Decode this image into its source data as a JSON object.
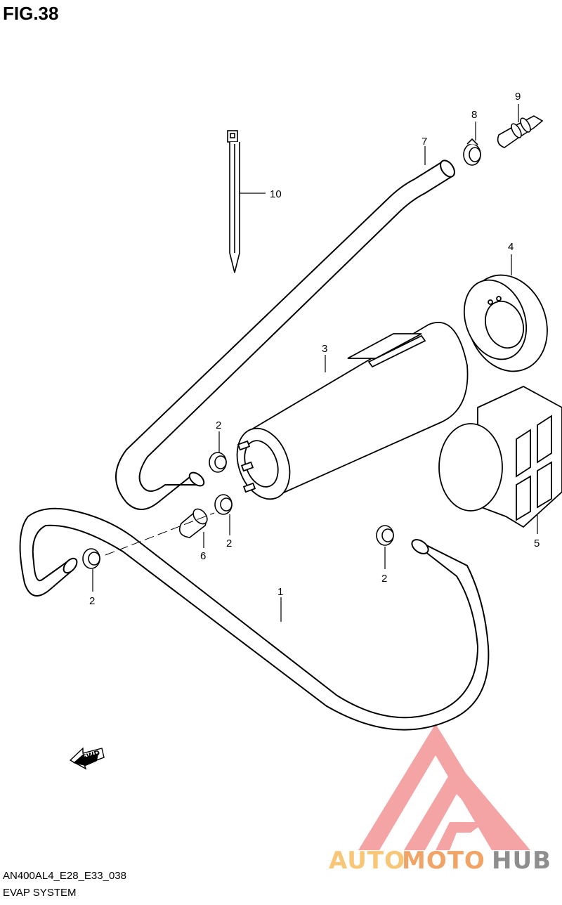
{
  "figure": {
    "title": "FIG.38",
    "model_code": "AN400AL4_E28_E33_038",
    "section": "EVAP SYSTEM"
  },
  "callouts": [
    "1",
    "2",
    "3",
    "4",
    "5",
    "6",
    "7",
    "8",
    "9",
    "10"
  ],
  "direction_label": "FWD",
  "watermark": {
    "brand_auto": "AUTO",
    "brand_moto": "MOTO",
    "brand_hub": "HUB",
    "color_light": "#f7c777",
    "color_mid": "#f2a366",
    "color_dark": "#8e8e8e",
    "logo_color": "#f39b9b"
  }
}
